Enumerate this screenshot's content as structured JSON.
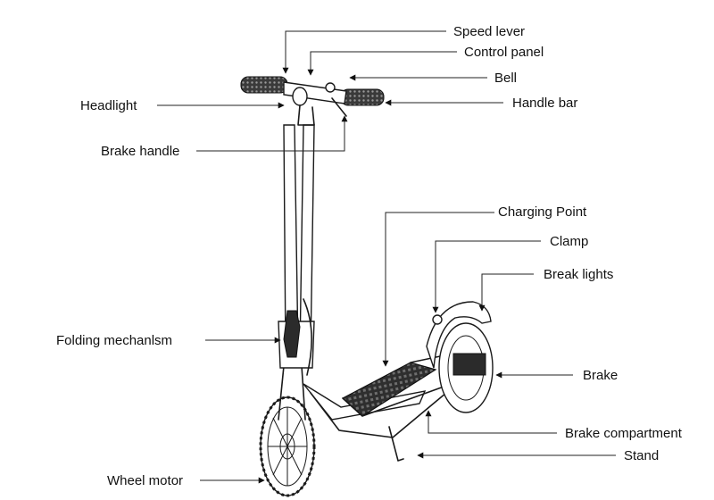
{
  "labels": {
    "speed_lever": "Speed lever",
    "control_panel": "Control panel",
    "bell": "Bell",
    "handle_bar": "Handle bar",
    "headlight": "Headlight",
    "brake_handle": "Brake handle",
    "charging_point": "Charging Point",
    "clamp": "Clamp",
    "break_lights": "Break lights",
    "folding_mechanism": "Folding mechanlsm",
    "brake": "Brake",
    "brake_compartment": "Brake compartment",
    "stand": "Stand",
    "wheel_motor": "Wheel motor"
  },
  "colors": {
    "ink": "#1a1a1a",
    "background": "#ffffff"
  }
}
